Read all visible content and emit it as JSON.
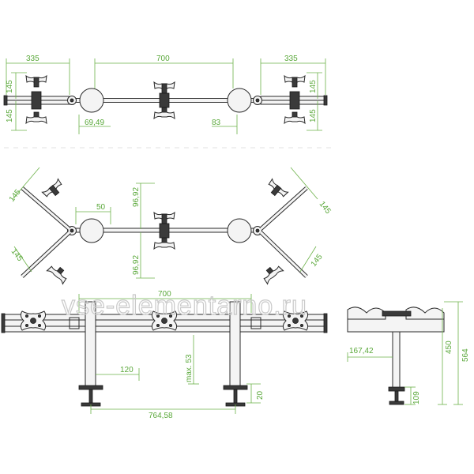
{
  "watermark": "vse-elementarno.ru",
  "top_view": {
    "dims": {
      "left_width": "335",
      "center_width": "700",
      "right_width": "335",
      "left_upper": "145",
      "left_lower": "145",
      "right_upper": "145",
      "right_lower": "145",
      "left_offset": "69,49",
      "right_offset": "83"
    }
  },
  "angled_view": {
    "dims": {
      "left_upper_arm": "145",
      "left_lower_arm": "145",
      "right_upper_arm": "145",
      "right_lower_arm": "145",
      "hinge_gap": "50",
      "center_upper": "96,92",
      "center_lower": "96,92"
    }
  },
  "front_view": {
    "dims": {
      "bar_width": "700",
      "post_offset": "120",
      "max_height": "max. 53",
      "post_spacing": "764,58",
      "clamp_height": "20"
    }
  },
  "side_view": {
    "dims": {
      "depth": "167,42",
      "height_450": "450",
      "height_564": "564",
      "clamp_109": "109"
    }
  }
}
